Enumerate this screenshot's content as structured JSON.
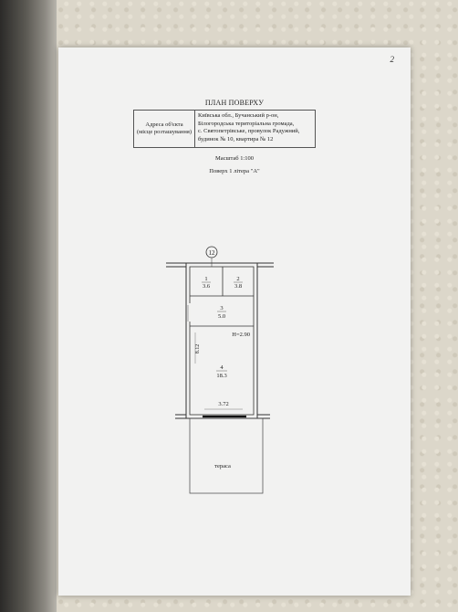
{
  "page": {
    "number": "2",
    "title": "ПЛАН ПОВЕРХУ",
    "address_label_line1": "Адреса об'єкта",
    "address_label_line2": "(місце розташування)",
    "address_lines": [
      "Київська обл., Бучанський р-он,",
      "Білогородська територіальна громада,",
      "с. Святопетрівське, провулок Радужний,",
      "будинок № 10, квартира № 12"
    ],
    "scale": "Масштаб 1:100",
    "floor": "Поверх 1 літера \"А\""
  },
  "plan": {
    "marker": "12",
    "room1_num": "1",
    "room1_area": "3.6",
    "room2_num": "2",
    "room2_area": "3.8",
    "room3_num": "3",
    "room3_area": "5.0",
    "room4_num": "4",
    "room4_area": "18.3",
    "height": "Н=2.90",
    "dim_vertical": "8.12",
    "dim_horizontal": "3.72",
    "terrace": "тераса"
  }
}
